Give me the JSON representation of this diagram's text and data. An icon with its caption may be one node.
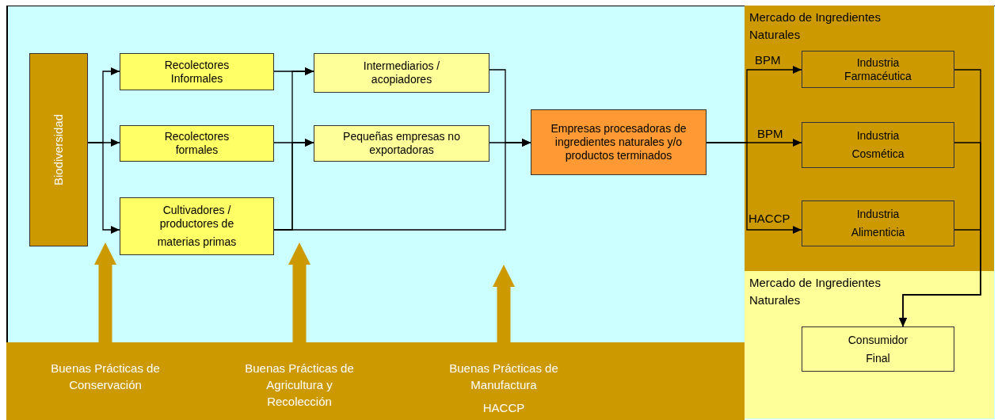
{
  "diagram": {
    "nodes": [
      {
        "text": [
          "Biodiversidad"
        ]
      },
      {
        "text": [
          "Recolectores Informales"
        ]
      },
      {
        "text": [
          "Recolectores formales"
        ]
      },
      {
        "text": [
          "Cultivadores / productores de",
          "materias primas"
        ]
      },
      {
        "text": [
          "Intermediarios / acopiadores"
        ]
      },
      {
        "text": [
          "Pequeñas empresas no exportadoras"
        ]
      },
      {
        "text": [
          "Empresas procesadoras de ingredientes naturales y/o productos terminados"
        ]
      },
      {
        "text": [
          "Mercado de Ingredientes Naturales"
        ]
      },
      {
        "text": [
          "Industria Farmacéutica"
        ],
        "in": 7
      },
      {
        "text": [
          "Industria",
          "Cosmética"
        ],
        "in": 7
      },
      {
        "text": [
          "Industria",
          "Alimenticia"
        ],
        "in": 7
      },
      {
        "text": [
          "Mercado de Ingredientes Naturales"
        ]
      },
      {
        "text": [
          "Consumidor",
          "Final"
        ],
        "in": 11
      },
      {
        "text": [
          "Buenas Prácticas de Conservación"
        ]
      },
      {
        "text": [
          "Buenas Prácticas de Agricultura y Recolección"
        ]
      },
      {
        "text": [
          "Buenas Prácticas de Manufactura",
          "HACCP"
        ]
      }
    ],
    "edges": [
      {
        "from": 0,
        "to": 1,
        "arrow": "to"
      },
      {
        "from": 0,
        "to": 2,
        "arrow": "to"
      },
      {
        "from": 0,
        "to": 3,
        "arrow": "to"
      },
      {
        "from": 1,
        "to": 4,
        "arrow": "to"
      },
      {
        "from": 2,
        "to": 5,
        "arrow": "to"
      },
      {
        "from": 3,
        "to": 4,
        "arrow": "to"
      },
      {
        "from": 3,
        "to": 5,
        "arrow": "to"
      },
      {
        "from": 3,
        "to": 6,
        "arrow": "to"
      },
      {
        "from": 4,
        "to": 6,
        "arrow": "to"
      },
      {
        "from": 5,
        "to": 6,
        "arrow": "to"
      },
      {
        "from": 6,
        "to": 8,
        "arrow": "to",
        "label": "BPM"
      },
      {
        "from": 6,
        "to": 9,
        "arrow": "to",
        "label": "BPM"
      },
      {
        "from": 6,
        "to": 10,
        "arrow": "to",
        "label": "HACCP"
      },
      {
        "from": 8,
        "to": 12,
        "arrow": "to"
      },
      {
        "from": 9,
        "to": 12,
        "arrow": "to"
      },
      {
        "from": 10,
        "to": 12,
        "arrow": "to"
      },
      {
        "from": 13,
        "to": 3,
        "arrow": "to",
        "style": "thick",
        "color": "#cc9900"
      },
      {
        "from": 14,
        "to": 3,
        "arrow": "to",
        "style": "thick",
        "color": "#cc9900"
      },
      {
        "from": 15,
        "to": null,
        "arrow": "to",
        "style": "thick",
        "color": "#cc9900"
      }
    ]
  }
}
